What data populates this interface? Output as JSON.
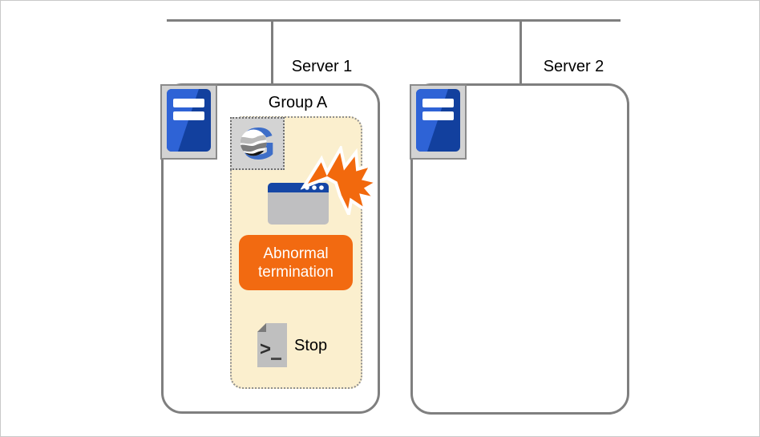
{
  "diagram": {
    "network": {
      "servers": [
        {
          "label": "Server 1"
        },
        {
          "label": "Server 2"
        }
      ]
    },
    "group": {
      "label": "Group A",
      "status_badge": "Abnormal termination",
      "script_action": "Stop"
    },
    "icons": {
      "server": "server-tower-icon",
      "cluster_logo": "cluster-logo-icon",
      "application_window": "app-window-icon",
      "crash": "crash-burst-icon",
      "script": "script-file-icon"
    },
    "colors": {
      "alert_orange": "#F26A11",
      "connector_gray": "#7F7F7F",
      "group_background": "#FBEFCE",
      "server_blue": "#1240A8",
      "window_titlebar_blue": "#1546A5"
    }
  }
}
